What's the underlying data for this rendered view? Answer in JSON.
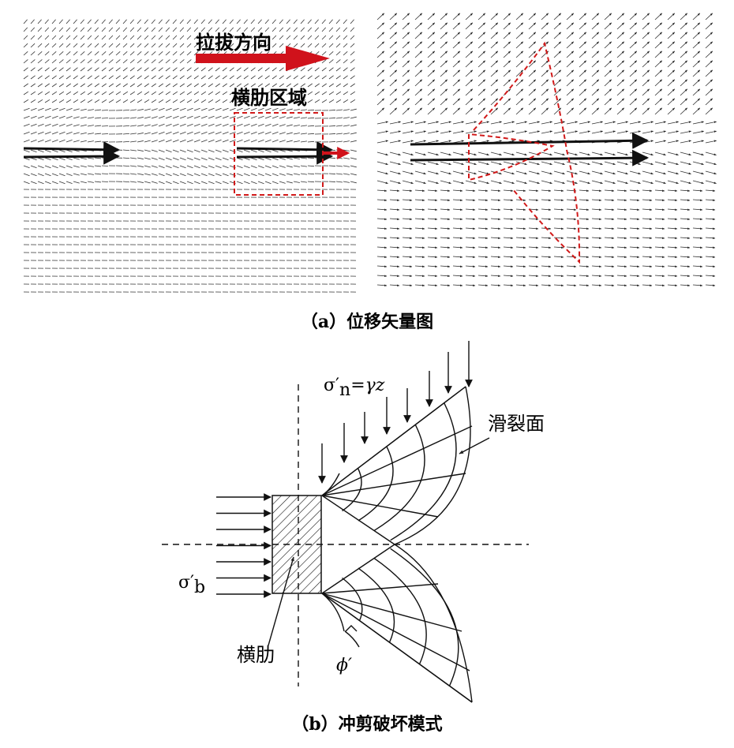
{
  "panel_a": {
    "label_pull_direction": "拉拔方向",
    "label_rib_zone": "横肋区域",
    "caption": "（a）位移矢量图"
  },
  "panel_b": {
    "label_normal_stress": "σ′n=γz",
    "label_normal_stress_sigma": "σ′",
    "label_normal_stress_sub": "n",
    "label_normal_stress_rhs": "=γz",
    "label_bearing_stress_sigma": "σ′",
    "label_bearing_stress_sub": "b",
    "label_slip_surface": "滑裂面",
    "label_rib": "横肋",
    "label_friction_angle": "ϕ′",
    "caption": "（b）冲剪破坏模式"
  },
  "colors": {
    "ink": "#111111",
    "accent_red": "#d0121b",
    "dashed_red": "#d11a1a"
  }
}
